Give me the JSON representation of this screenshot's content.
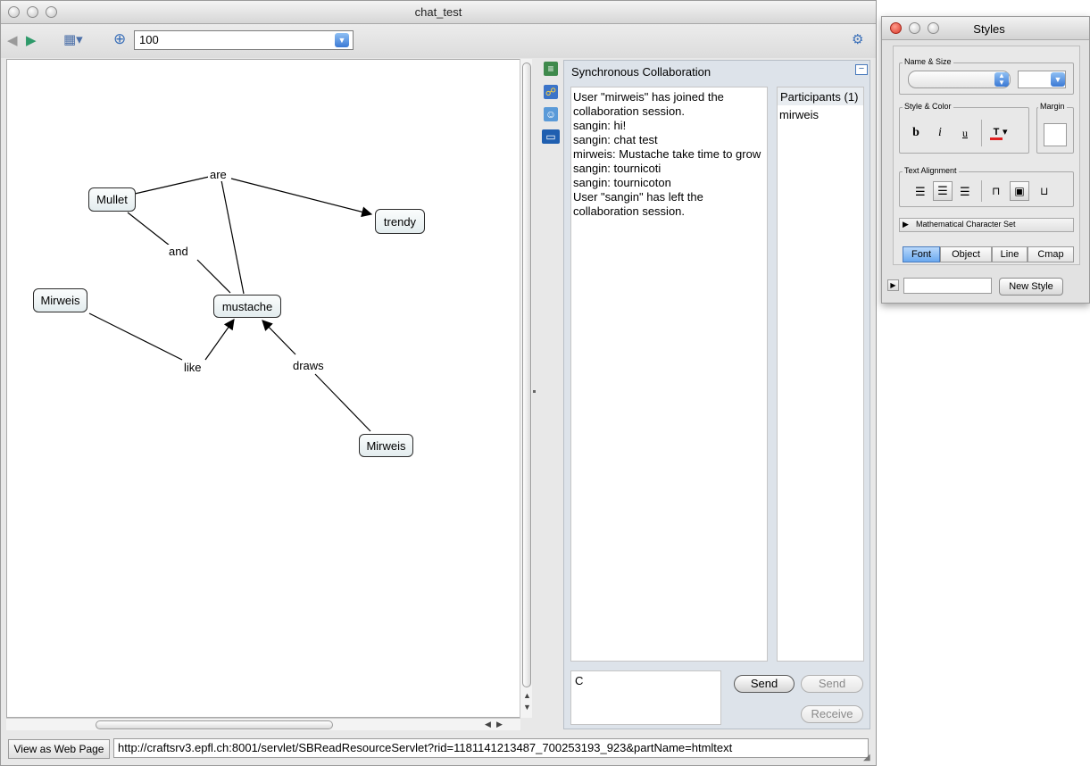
{
  "window": {
    "title": "chat_test"
  },
  "toolbar": {
    "zoom_value": "100"
  },
  "concept_map": {
    "nodes": [
      "Mullet",
      "trendy",
      "Mirweis",
      "mustache",
      "Mirweis"
    ],
    "links": [
      "are",
      "and",
      "like",
      "draws"
    ]
  },
  "collaboration": {
    "title": "Synchronous Collaboration",
    "messages": [
      "User \"mirweis\" has joined the collaboration session.",
      "sangin: hi!",
      "sangin: chat test",
      "mirweis: Mustache take time to grow",
      "sangin: tournicoti",
      "sangin: tournicoton",
      "User \"sangin\" has left the collaboration session."
    ],
    "participants_header": "Participants (1)",
    "participants": [
      "mirweis"
    ],
    "input_value": "C",
    "send_label": "Send",
    "send_label_2": "Send",
    "receive_label": "Receive",
    "collapse_glyph": "−"
  },
  "statusbar": {
    "view_web_label": "View as Web Page",
    "url": "http://craftsrv3.epfl.ch:8001/servlet/SBReadResourceServlet?rid=1181141213487_700253193_923&partName=htmltext"
  },
  "styles_palette": {
    "title": "Styles",
    "name_size_label": "Name & Size",
    "style_color_label": "Style & Color",
    "margin_label": "Margin",
    "alignment_label": "Text Alignment",
    "bold": "b",
    "italic": "i",
    "underline": "u",
    "math_chars_label": "Mathematical Character Set",
    "tabs": [
      "Font",
      "Object",
      "Line",
      "Cmap"
    ],
    "active_tab": "Font",
    "new_style_label": "New Style"
  }
}
